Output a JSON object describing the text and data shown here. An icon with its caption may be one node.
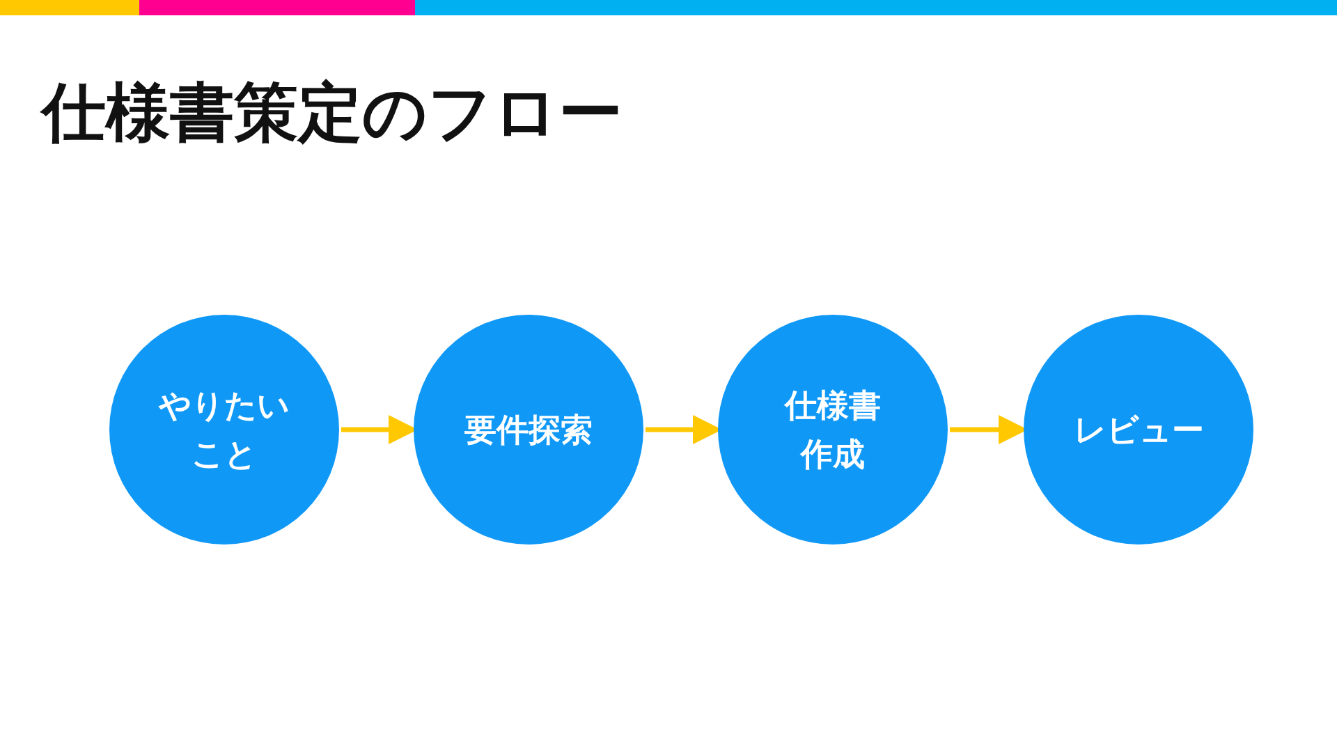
{
  "diagram": {
    "title": "仕様書策定のフロー",
    "nodes": [
      {
        "text": [
          "やりたいこと"
        ]
      },
      {
        "text": [
          "要件探索"
        ]
      },
      {
        "text": [
          "仕様書作成"
        ]
      },
      {
        "text": [
          "レビュー"
        ]
      }
    ],
    "edges": [
      {
        "from": 0,
        "to": 1,
        "arrow": "to"
      },
      {
        "from": 1,
        "to": 2,
        "arrow": "to"
      },
      {
        "from": 2,
        "to": 3,
        "arrow": "to"
      }
    ]
  }
}
